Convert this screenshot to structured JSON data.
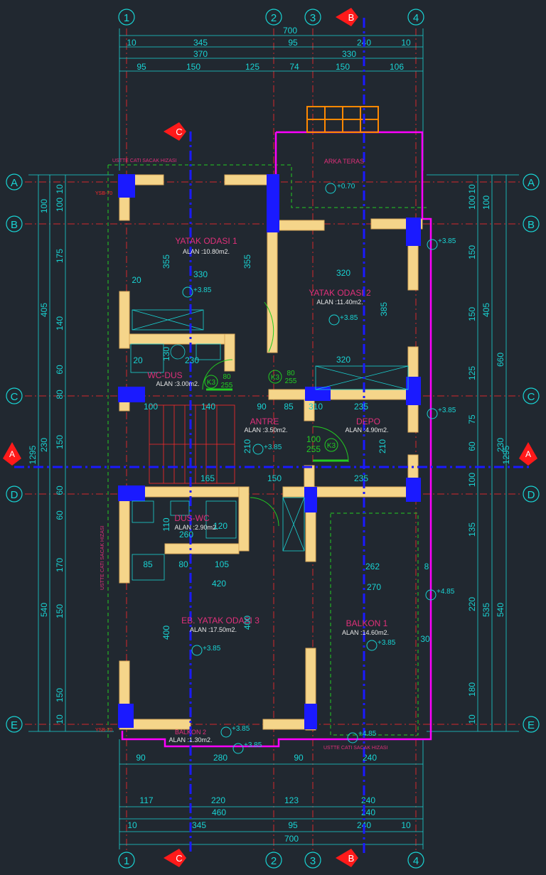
{
  "colors": {
    "background": "#212830",
    "dimension": "#19d3d3",
    "axis_line": "#ff2a2a",
    "wall_fill": "#f5d58a",
    "column": "#1a1aff",
    "section_line": "#1a1aff",
    "boundary": "#ff00ff",
    "room_label": "#e0307a",
    "area_label": "#f2f2f2",
    "level": "#19d3d3",
    "green": "#22cc22",
    "orange": "#ff8800",
    "red_text": "#ff2a2a"
  },
  "grid": {
    "columns_top": [
      "1",
      "2",
      "3",
      "4"
    ],
    "columns_bottom": [
      "1",
      "2",
      "3",
      "4"
    ],
    "rows_left": [
      "A",
      "B",
      "C",
      "D",
      "E"
    ],
    "rows_right": [
      "A",
      "B",
      "C",
      "D",
      "E"
    ]
  },
  "section_markers": {
    "c_top": "C",
    "b_top": "B",
    "c_bottom": "C",
    "b_bottom": "B",
    "a_left": "A",
    "a_right": "A"
  },
  "top_dims": {
    "total": "700",
    "row2": [
      "10",
      "345",
      "95",
      "240",
      "10"
    ],
    "row3": [
      "370",
      "330"
    ],
    "row4": [
      "95",
      "150",
      "125",
      "74",
      "150",
      "106"
    ]
  },
  "bottom_dims": {
    "row1": [
      "90",
      "280",
      "90",
      "240"
    ],
    "row2": [
      "117",
      "220",
      "123",
      "240"
    ],
    "row3": [
      "460",
      "240"
    ],
    "row4": [
      "10",
      "345",
      "95",
      "240",
      "10"
    ],
    "total": "700"
  },
  "left_dims": {
    "row1": [
      "10",
      "100",
      "175",
      "140",
      "60",
      "80",
      "150",
      "60",
      "60",
      "170",
      "150",
      "150",
      "10"
    ],
    "row2": [
      "100",
      "405",
      "230",
      "540"
    ],
    "total": "1295"
  },
  "right_dims": {
    "row1": [
      "10",
      "100",
      "150",
      "150",
      "125",
      "75",
      "60",
      "100",
      "135",
      "220",
      "180",
      "10"
    ],
    "row2": [
      "100",
      "405",
      "230",
      "535",
      "540"
    ],
    "row3": [
      "660"
    ],
    "total": "1295"
  },
  "rooms": {
    "yatak1": {
      "name": "YATAK ODASI 1",
      "area": "ALAN :10.80m2."
    },
    "yatak2": {
      "name": "YATAK ODASI 2",
      "area": "ALAN :11.40m2."
    },
    "wc": {
      "name": "WC-DUS",
      "area": "ALAN :3.00m2."
    },
    "antre": {
      "name": "ANTRE",
      "area": "ALAN :3.50m2."
    },
    "depo": {
      "name": "DEPO",
      "area": "ALAN :4.90m2."
    },
    "dus": {
      "name": "DUS-WC",
      "area": "ALAN :2.90m2."
    },
    "ebeveyn": {
      "name": "EB. YATAK ODASI 3",
      "area": "ALAN :17.50m2."
    },
    "balkon1": {
      "name": "BALKON 1",
      "area": "ALAN :14.60m2."
    },
    "balkon2": {
      "name": "BALKON 2",
      "area": "ALAN :1.30m2."
    },
    "arka_teras": {
      "name": "ARKA TERAS",
      "area": ""
    }
  },
  "levels": {
    "teras": "+0.70",
    "y1": "+3.85",
    "y2": "+3.85",
    "right_b": "+3.85",
    "right_c": "+3.85",
    "antre": "+3.85",
    "eb": "+3.85",
    "balkon1": "+3.85",
    "balkon1_right": "+4.85",
    "bottom_mid": "+4.85",
    "balkon2": "+3.85",
    "balkon2_low": "+3.85"
  },
  "inner_dims": {
    "y1_355_left": "355",
    "y1_355_right": "355",
    "y1_330": "330",
    "y1_20": "20",
    "y2_320_top": "320",
    "y2_320_bot": "320",
    "y2_385": "385",
    "wc_20": "20",
    "wc_130": "130",
    "wc_230": "230",
    "hall_100": "100",
    "hall_140": "140",
    "hall_90": "90",
    "hall_85": "85",
    "hall_310": "310",
    "hall_235": "235",
    "antre_210": "210",
    "depo_210": "210",
    "hall2_165": "165",
    "hall2_150": "150",
    "hall2_235": "235",
    "dus_260": "260",
    "dus_120": "120",
    "dus_110": "110",
    "eb_85": "85",
    "eb_80": "80",
    "eb_105": "105",
    "eb_420": "420",
    "eb_400_l": "400",
    "eb_400_r": "400",
    "bal_262": "262",
    "bal_270": "270",
    "bal_8": "8",
    "bal_30": "30"
  },
  "doors": {
    "k3a": "K3",
    "k3a_w": "80",
    "k3a_h": "255",
    "k3b": "K3",
    "k3b_w": "80",
    "k3b_h": "255",
    "k3c": "K3",
    "k3c_w": "100",
    "k3c_h": "255"
  },
  "annotations": {
    "ustte_top": "USTTE CATI SACAK HIZASI",
    "ustte_bottom": "USTTE CATI SACAK HIZASI",
    "ustte_left": "USTTE CATI SACAK HIZASI",
    "ysb_top": "YSB-70",
    "ysb_bottom": "YSB-70"
  }
}
